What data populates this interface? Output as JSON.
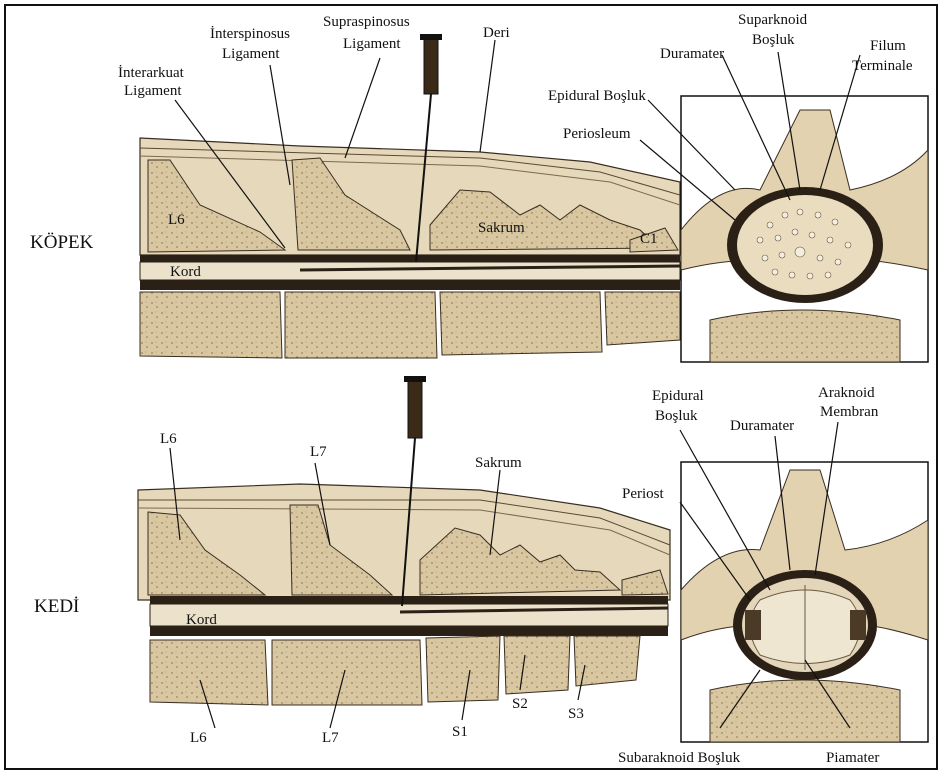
{
  "species": {
    "dog": "KÖPEK",
    "cat": "KEDİ"
  },
  "dog_labels": {
    "interarkuat": [
      "İnterarkuat",
      "Ligament"
    ],
    "interspinosus": [
      "İnterspinosus",
      "Ligament"
    ],
    "supraspinosus": [
      "Supraspinosus",
      "Ligament"
    ],
    "deri": "Deri",
    "l6": "L6",
    "kord": "Kord",
    "sakrum": "Sakrum",
    "c1": "C1",
    "suparknoid": [
      "Suparknoid",
      "Boşluk"
    ],
    "duramater": "Duramater",
    "filum": [
      "Filum",
      "Terminale"
    ],
    "epidural": "Epidural Boşluk",
    "periosleum": "Periosleum"
  },
  "cat_labels": {
    "l6_top": "L6",
    "l7_top": "L7",
    "sakrum": "Sakrum",
    "kord": "Kord",
    "l6_bottom": "L6",
    "l7_bottom": "L7",
    "s1": "S1",
    "s2": "S2",
    "s3": "S3",
    "epidural": [
      "Epidural",
      "Boşluk"
    ],
    "duramater": "Duramater",
    "araknoid": [
      "Araknoid",
      "Membran"
    ],
    "periost": "Periost",
    "subaraknoid": "Subaraknoid Boşluk",
    "piamater": "Piamater"
  },
  "colors": {
    "tissue": "#e4d6b8",
    "bone": "#d9c7a2",
    "dark": "#2a2016",
    "line": "#111111"
  }
}
